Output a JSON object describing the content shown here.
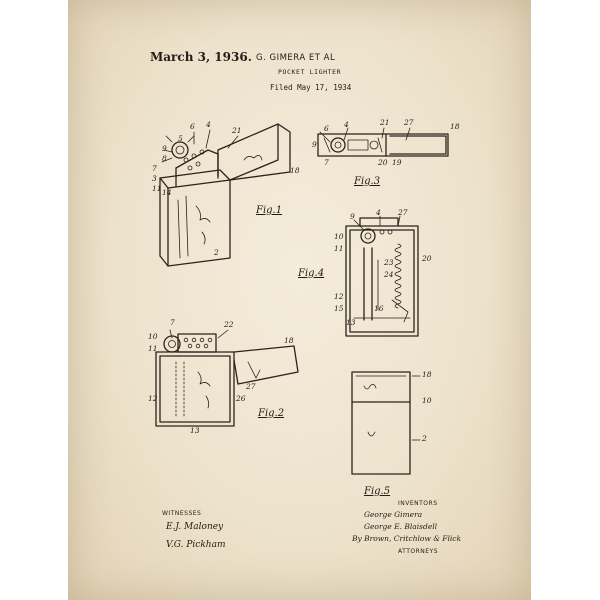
{
  "header": {
    "date": "March 3, 1936.",
    "inventor": "G. GIMERA ET AL",
    "title": "POCKET LIGHTER",
    "filed": "Filed May 17, 1934"
  },
  "figures": {
    "fig1": "Fig.1",
    "fig2": "Fig.2",
    "fig3": "Fig.3",
    "fig4": "Fig.4",
    "fig5": "Fig.5"
  },
  "reference_numerals": {
    "fig1": [
      "6",
      "4",
      "21",
      "5",
      "9",
      "8",
      "7",
      "3",
      "11",
      "14",
      "18",
      "2"
    ],
    "fig2": [
      "7",
      "22",
      "10",
      "11",
      "18",
      "27",
      "12",
      "26",
      "13"
    ],
    "fig3": [
      "9",
      "6",
      "4",
      "21",
      "27",
      "18",
      "7",
      "20",
      "19"
    ],
    "fig4": [
      "9",
      "4",
      "27",
      "10",
      "11",
      "20",
      "23",
      "24",
      "12",
      "15",
      "16",
      "13"
    ],
    "fig5": [
      "18",
      "10",
      "2"
    ]
  },
  "footer": {
    "witnesses_label": "WITNESSES",
    "witness_1": "E.J. Maloney",
    "witness_2": "V.G. Pickham",
    "inventors_label": "INVENTORS",
    "inventor_sig_1": "George Gimera",
    "inventor_sig_2": "George E. Blaisdell",
    "attorney_sig": "By Brown, Critchlow & Flick",
    "attorneys_label": "ATTORNEYS"
  }
}
